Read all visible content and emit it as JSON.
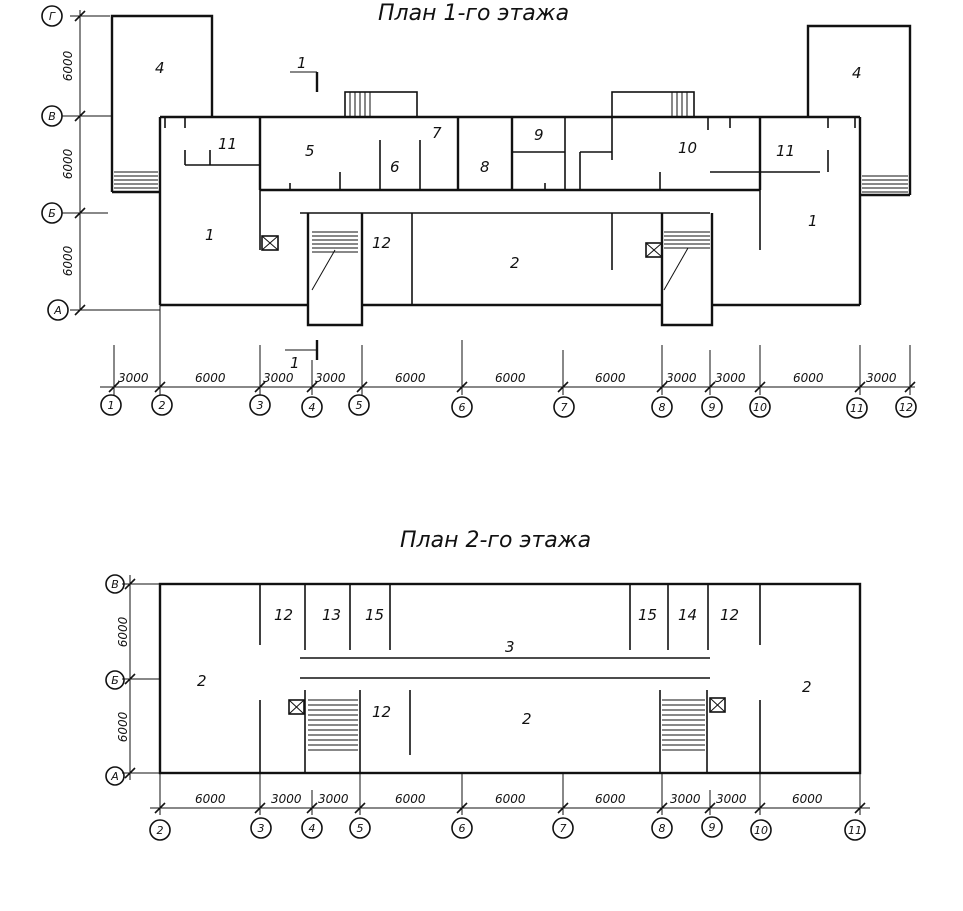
{
  "plan1": {
    "title": "План 1-го этажа",
    "section_mark": "1",
    "rooms": [
      "4",
      "4",
      "11",
      "11",
      "5",
      "6",
      "7",
      "8",
      "9",
      "10",
      "1",
      "1",
      "12",
      "2"
    ],
    "row_axes": [
      "Г",
      "В",
      "Б",
      "А"
    ],
    "row_dims": [
      "6000",
      "6000",
      "6000"
    ],
    "col_axes": [
      "1",
      "2",
      "3",
      "4",
      "5",
      "6",
      "7",
      "8",
      "9",
      "10",
      "11",
      "12"
    ],
    "col_dims": [
      "3000",
      "6000",
      "3000",
      "3000",
      "6000",
      "6000",
      "6000",
      "3000",
      "3000",
      "6000",
      "3000"
    ]
  },
  "plan2": {
    "title": "План 2-го этажа",
    "rooms": [
      "12",
      "13",
      "15",
      "3",
      "15",
      "14",
      "12",
      "2",
      "2",
      "12",
      "2"
    ],
    "row_axes": [
      "В",
      "Б",
      "А"
    ],
    "row_dims": [
      "6000",
      "6000"
    ],
    "col_axes": [
      "2",
      "3",
      "4",
      "5",
      "6",
      "7",
      "8",
      "9",
      "10",
      "11"
    ],
    "col_dims": [
      "6000",
      "3000",
      "3000",
      "6000",
      "6000",
      "6000",
      "3000",
      "3000",
      "6000"
    ]
  }
}
